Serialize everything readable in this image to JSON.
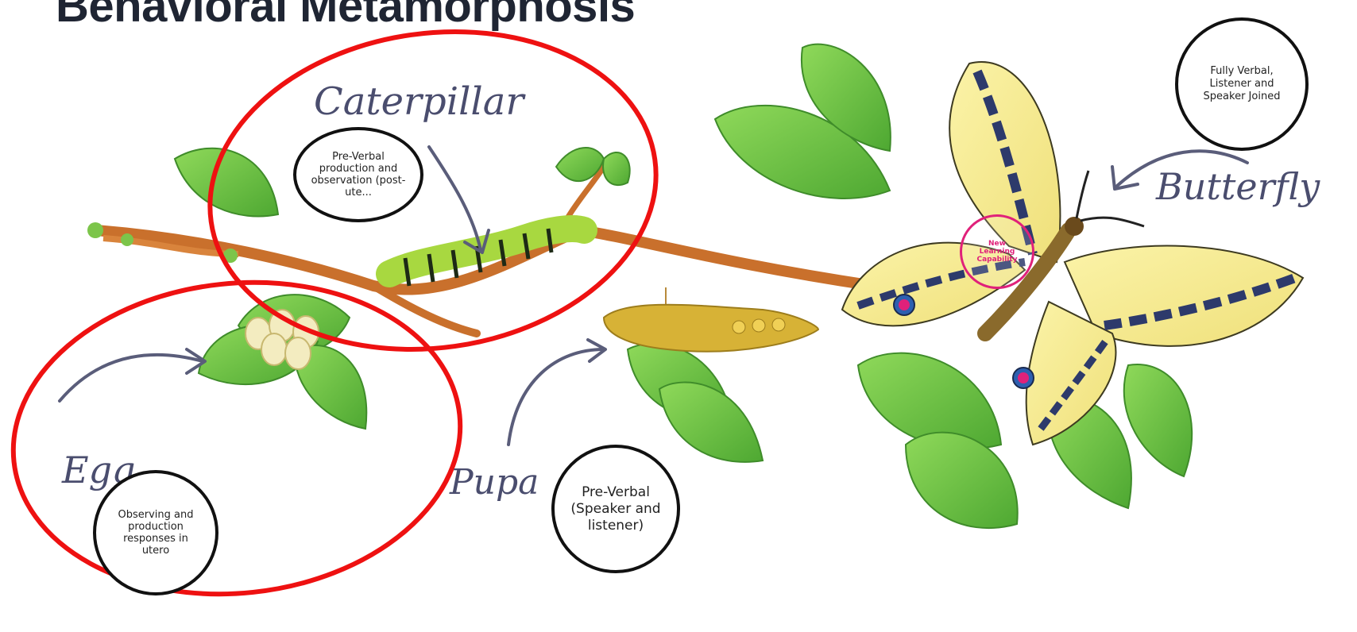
{
  "title": "Behavioral Metamorphosis",
  "stages": {
    "caterpillar": {
      "label": "Caterpillar",
      "description": "Pre-Verbal production and observation (post-ute..."
    },
    "egg": {
      "label": "Egg",
      "description": "Observing and production responses in utero"
    },
    "pupa": {
      "label": "Pupa",
      "description": "Pre-Verbal (Speaker and listener)"
    },
    "butterfly": {
      "label": "Butterfly",
      "description": "Fully Verbal, Listener and Speaker Joined"
    }
  },
  "highlight": {
    "label": "New Learning Capability"
  },
  "colors": {
    "title": "#1f2533",
    "annotation_circle": "#ee1111",
    "label_ink": "#4a4d6e",
    "leaf": "#6cc24a",
    "branch": "#c9702c",
    "butterfly_wing": "#f6ec8c",
    "butterfly_stripe": "#2d3a6b",
    "pink_accent": "#e0217a"
  }
}
